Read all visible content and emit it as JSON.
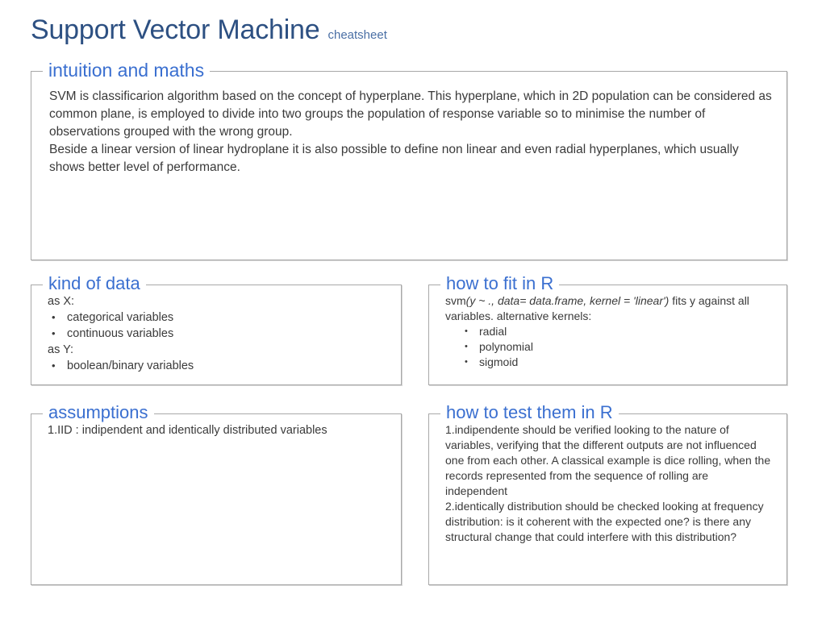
{
  "header": {
    "title": "Support Vector Machine",
    "subtitle": "cheatsheet"
  },
  "panels": {
    "intuition": {
      "legend": "intuition and maths",
      "paragraph1": "SVM is classificarion algorithm based on the concept of hyperplane. This hyperplane, which in 2D population can be considered as common plane, is employed to divide into two groups the population of response variable so to minimise the number of observations grouped with the wrong group.",
      "paragraph2": "Beside a linear version of linear hydroplane it is also possible to define non linear and even radial hyperplanes, which usually shows better level of performance."
    },
    "kind_of_data": {
      "legend": "kind of data",
      "as_x_label": "as X:",
      "x_items": [
        "categorical variables",
        "continuous variables"
      ],
      "as_y_label": "as Y:",
      "y_items": [
        "boolean/binary variables"
      ]
    },
    "how_to_fit": {
      "legend": "how to fit in R",
      "code_prefix": "svm",
      "code_args": "(y ~ ., data= data.frame, kernel = 'linear')",
      "code_suffix": " fits y against all variables. alternative kernels:",
      "kernels": [
        "radial",
        "polynomial",
        "sigmoid"
      ]
    },
    "assumptions": {
      "legend": "assumptions",
      "items": [
        "IID : indipendent and identically distributed variables"
      ]
    },
    "how_to_test": {
      "legend": "how to test them in R",
      "items": [
        "indipendente should be verified looking to the nature of variables, verifying that the different outputs are not influenced one from each other. A classical example is dice rolling, when the records represented from the sequence of rolling are independent",
        "identically distribution should be checked looking at frequency distribution: is it coherent with the expected one? is there any structural change that could interfere with this distribution?"
      ]
    }
  },
  "colors": {
    "title": "#2d5082",
    "legend": "#3a6fd0",
    "body_text": "#3a3a3a",
    "panel_border": "#a8a8a8",
    "background": "#ffffff"
  }
}
